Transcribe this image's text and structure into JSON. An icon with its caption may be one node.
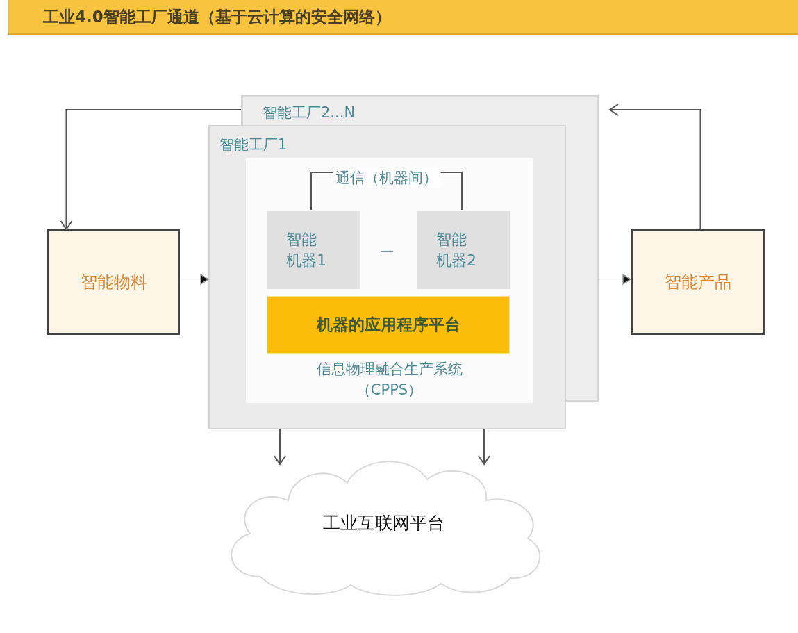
{
  "diagram": {
    "title": "工业4.0智能工厂通道（基于云计算的安全网络）",
    "nodes": [
      {
        "text": [
          "智能工厂2...N"
        ]
      },
      {
        "text": [
          "智能工厂1"
        ]
      },
      {
        "text": [
          "信息物理融合生产系统（CPPS）"
        ],
        "in": 1
      },
      {
        "text": [
          "智能机器1"
        ],
        "in": 2
      },
      {
        "text": [
          "智能机器2"
        ],
        "in": 2
      },
      {
        "text": [
          "机器的应用程序平台"
        ],
        "in": 2
      },
      {
        "text": [
          "智能物料"
        ]
      },
      {
        "text": [
          "智能产品"
        ]
      },
      {
        "text": [
          "工业互联网平台"
        ]
      }
    ],
    "edges": [
      {
        "from": 0,
        "to": 6,
        "arrow": "to"
      },
      {
        "from": 7,
        "to": 0,
        "arrow": "to"
      },
      {
        "from": 6,
        "to": 1,
        "arrow": "to"
      },
      {
        "from": 1,
        "to": 7,
        "arrow": "to"
      },
      {
        "from": 1,
        "to": 8,
        "arrow": "to"
      },
      {
        "from": 1,
        "to": 8,
        "arrow": "to"
      },
      {
        "from": 3,
        "to": 4,
        "arrow": "none",
        "label": "通信（机器间）"
      }
    ],
    "labels": [
      "—"
    ]
  }
}
